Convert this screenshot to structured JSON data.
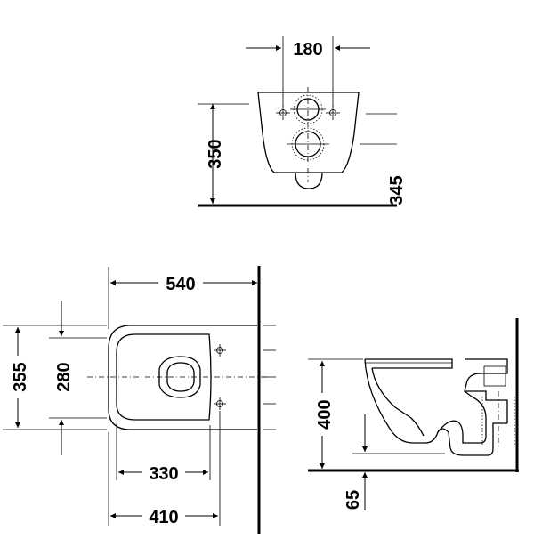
{
  "dimensions": {
    "front_width": "180",
    "front_height": "350",
    "front_partial": "345",
    "plan_length": "540",
    "plan_outer_width": "355",
    "plan_inner_width": "280",
    "plan_bowl_length": "330",
    "plan_fixing_length": "410",
    "side_height": "400",
    "side_floor_offset": "65"
  }
}
